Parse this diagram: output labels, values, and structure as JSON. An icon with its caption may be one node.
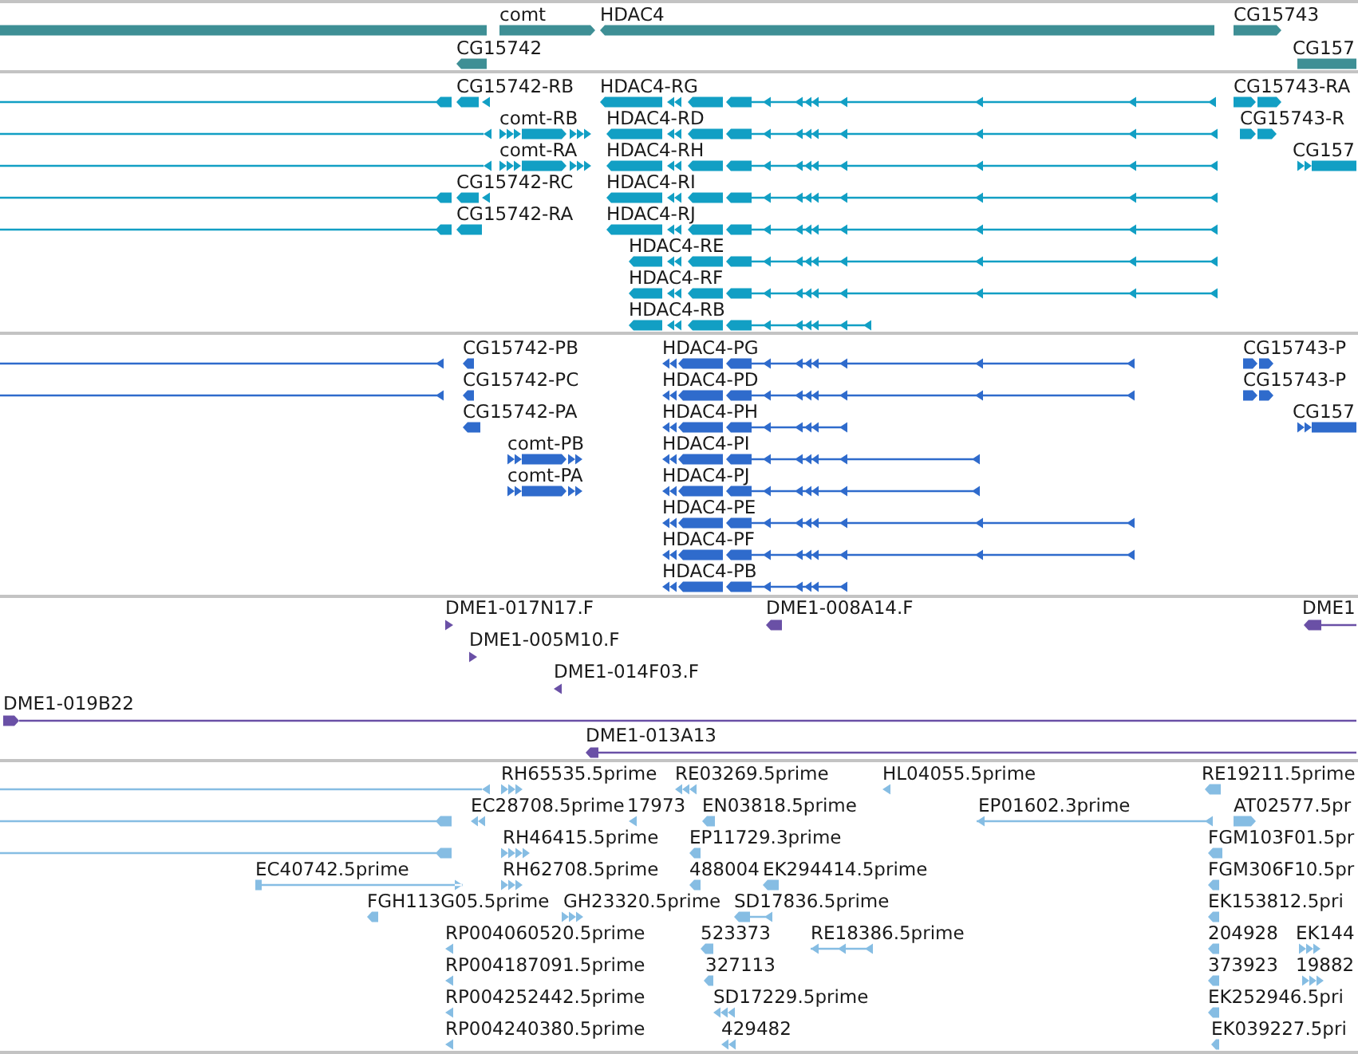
{
  "diagram": {
    "labels": [
      "comt",
      "HDAC4",
      "CG15743",
      "CG15742",
      "CG157",
      "CG15742-RB",
      "HDAC4-RG",
      "CG15743-RA",
      "comt-RB",
      "HDAC4-RD",
      "CG15743-R",
      "comt-RA",
      "HDAC4-RH",
      "CG157",
      "CG15742-RC",
      "HDAC4-RI",
      "CG15742-RA",
      "HDAC4-RJ",
      "HDAC4-RE",
      "HDAC4-RF",
      "HDAC4-RB",
      "CG15742-PB",
      "HDAC4-PG",
      "CG15743-P",
      "CG15742-PC",
      "HDAC4-PD",
      "CG15743-P",
      "CG15742-PA",
      "HDAC4-PH",
      "CG157",
      "comt-PB",
      "HDAC4-PI",
      "comt-PA",
      "HDAC4-PJ",
      "HDAC4-PE",
      "HDAC4-PF",
      "HDAC4-PB",
      "DME1-017N17.F",
      "DME1-008A14.F",
      "DME1",
      "DME1-005M10.F",
      "DME1-014F03.F",
      "DME1-019B22",
      "DME1-013A13",
      "RH65535.5prime",
      "RE03269.5prime",
      "HL04055.5prime",
      "RE19211.5prime",
      "EC28708.5prime",
      "17973",
      "EN03818.5prime",
      "EP01602.3prime",
      "AT02577.5pr",
      "RH46415.5prime",
      "EP11729.3prime",
      "FGM103F01.5pr",
      "EC40742.5prime",
      "RH62708.5prime",
      "488004",
      "EK294414.5prime",
      "FGM306F10.5pr",
      "FGH113G05.5prime",
      "GH23320.5prime",
      "SD17836.5prime",
      "EK153812.5pri",
      "RP004060520.5prime",
      "523373",
      "RE18386.5prime",
      "204928",
      "EK144",
      "RP004187091.5prime",
      "327113",
      "373923",
      "19882",
      "RP004252442.5prime",
      "SD17229.5prime",
      "EK252946.5pri",
      "RP004240380.5prime",
      "429482",
      "EK039227.5pri"
    ]
  }
}
